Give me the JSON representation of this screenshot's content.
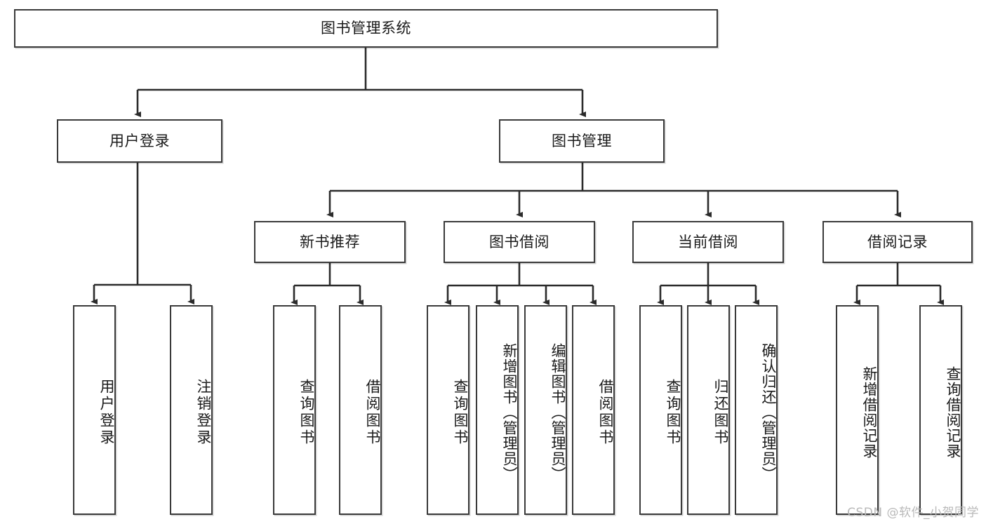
{
  "diagram": {
    "title": "图书管理系统",
    "type": "tree",
    "orientation": "top-down",
    "style": {
      "box_border_color": "#3a3a3a",
      "box_fill_color": "#ffffff",
      "connector_color": "#2b2b2b",
      "text_color": "#1a1a1a",
      "background_color": "#ffffff"
    },
    "levels": [
      {
        "level": 1,
        "nodes": [
          {
            "id": "root",
            "label": "图书管理系统",
            "orientation": "horizontal"
          }
        ]
      },
      {
        "level": 2,
        "nodes": [
          {
            "id": "login",
            "label": "用户登录",
            "orientation": "horizontal",
            "parent": "root"
          },
          {
            "id": "bookmgmt",
            "label": "图书管理",
            "orientation": "horizontal",
            "parent": "root"
          }
        ]
      },
      {
        "level": 3,
        "nodes": [
          {
            "id": "newbook",
            "label": "新书推荐",
            "orientation": "horizontal",
            "parent": "bookmgmt"
          },
          {
            "id": "borrow",
            "label": "图书借阅",
            "orientation": "horizontal",
            "parent": "bookmgmt"
          },
          {
            "id": "current",
            "label": "当前借阅",
            "orientation": "horizontal",
            "parent": "bookmgmt"
          },
          {
            "id": "records",
            "label": "借阅记录",
            "orientation": "horizontal",
            "parent": "bookmgmt"
          }
        ]
      },
      {
        "level": 4,
        "nodes": [
          {
            "id": "leaf-login-1",
            "label": "用户登录",
            "orientation": "vertical",
            "parent": "login"
          },
          {
            "id": "leaf-login-2",
            "label": "注销登录",
            "orientation": "vertical",
            "parent": "login"
          },
          {
            "id": "leaf-newbook-1",
            "label": "查询图书",
            "orientation": "vertical",
            "parent": "newbook"
          },
          {
            "id": "leaf-newbook-2",
            "label": "借阅图书",
            "orientation": "vertical",
            "parent": "newbook"
          },
          {
            "id": "leaf-borrow-1",
            "label": "查询图书",
            "orientation": "vertical",
            "parent": "borrow"
          },
          {
            "id": "leaf-borrow-2",
            "label": "新增图书（管理员）",
            "orientation": "vertical",
            "parent": "borrow"
          },
          {
            "id": "leaf-borrow-3",
            "label": "编辑图书（管理员）",
            "orientation": "vertical",
            "parent": "borrow"
          },
          {
            "id": "leaf-borrow-4",
            "label": "借阅图书",
            "orientation": "vertical",
            "parent": "borrow"
          },
          {
            "id": "leaf-current-1",
            "label": "查询图书",
            "orientation": "vertical",
            "parent": "current"
          },
          {
            "id": "leaf-current-2",
            "label": "归还图书",
            "orientation": "vertical",
            "parent": "current"
          },
          {
            "id": "leaf-current-3",
            "label": "确认归还（管理员）",
            "orientation": "vertical",
            "parent": "current"
          },
          {
            "id": "leaf-records-1",
            "label": "新增借阅记录",
            "orientation": "vertical",
            "parent": "records"
          },
          {
            "id": "leaf-records-2",
            "label": "查询借阅记录",
            "orientation": "vertical",
            "parent": "records"
          }
        ]
      }
    ]
  },
  "watermark": {
    "text": "CSDN @软件_小贺同学"
  }
}
